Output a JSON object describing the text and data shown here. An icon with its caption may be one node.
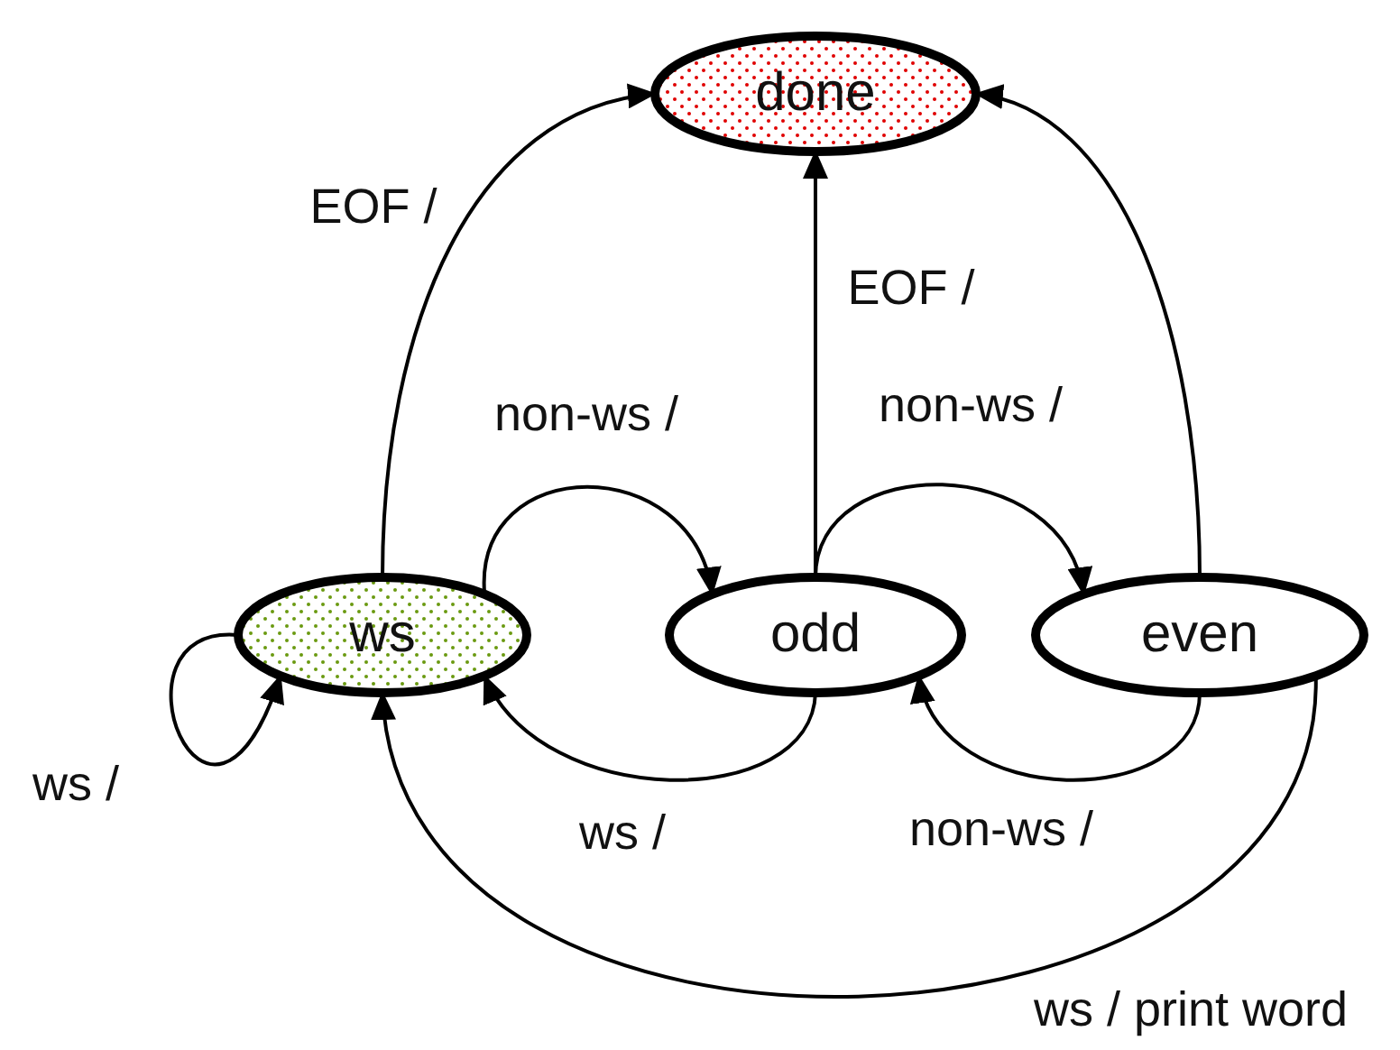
{
  "diagram": {
    "nodes": [
      {
        "text": [
          "done"
        ]
      },
      {
        "text": [
          "ws"
        ]
      },
      {
        "text": [
          "odd"
        ]
      },
      {
        "text": [
          "even"
        ]
      }
    ],
    "edges": [
      {
        "from": 1,
        "to": 0,
        "arrow": "to",
        "label": "EOF /"
      },
      {
        "from": 2,
        "to": 0,
        "arrow": "to",
        "label": "EOF /"
      },
      {
        "from": 3,
        "to": 0,
        "arrow": "to"
      },
      {
        "from": 1,
        "to": 2,
        "arrow": "to",
        "label": "non-ws /"
      },
      {
        "from": 2,
        "to": 3,
        "arrow": "to",
        "label": "non-ws /"
      },
      {
        "from": 1,
        "to": 1,
        "arrow": "to",
        "label": "ws /"
      },
      {
        "from": 2,
        "to": 1,
        "arrow": "to",
        "label": "ws /"
      },
      {
        "from": 3,
        "to": 2,
        "arrow": "to",
        "label": "non-ws /"
      },
      {
        "from": 3,
        "to": 1,
        "arrow": "to",
        "label": "ws / print word"
      }
    ]
  }
}
